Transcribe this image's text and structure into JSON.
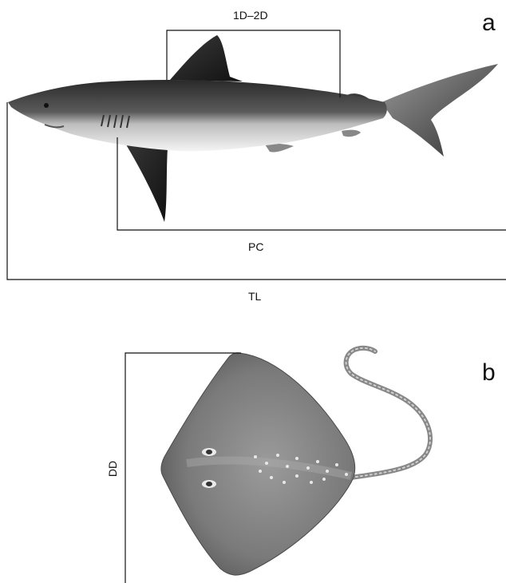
{
  "panels": [
    {
      "letter": "a",
      "subject": "shark",
      "measurements": [
        "1D–2D",
        "PC",
        "TL"
      ]
    },
    {
      "letter": "b",
      "subject": "stingray",
      "measurements": [
        "DD"
      ]
    }
  ],
  "colors": {
    "line": "#111111",
    "background": "#ffffff"
  }
}
